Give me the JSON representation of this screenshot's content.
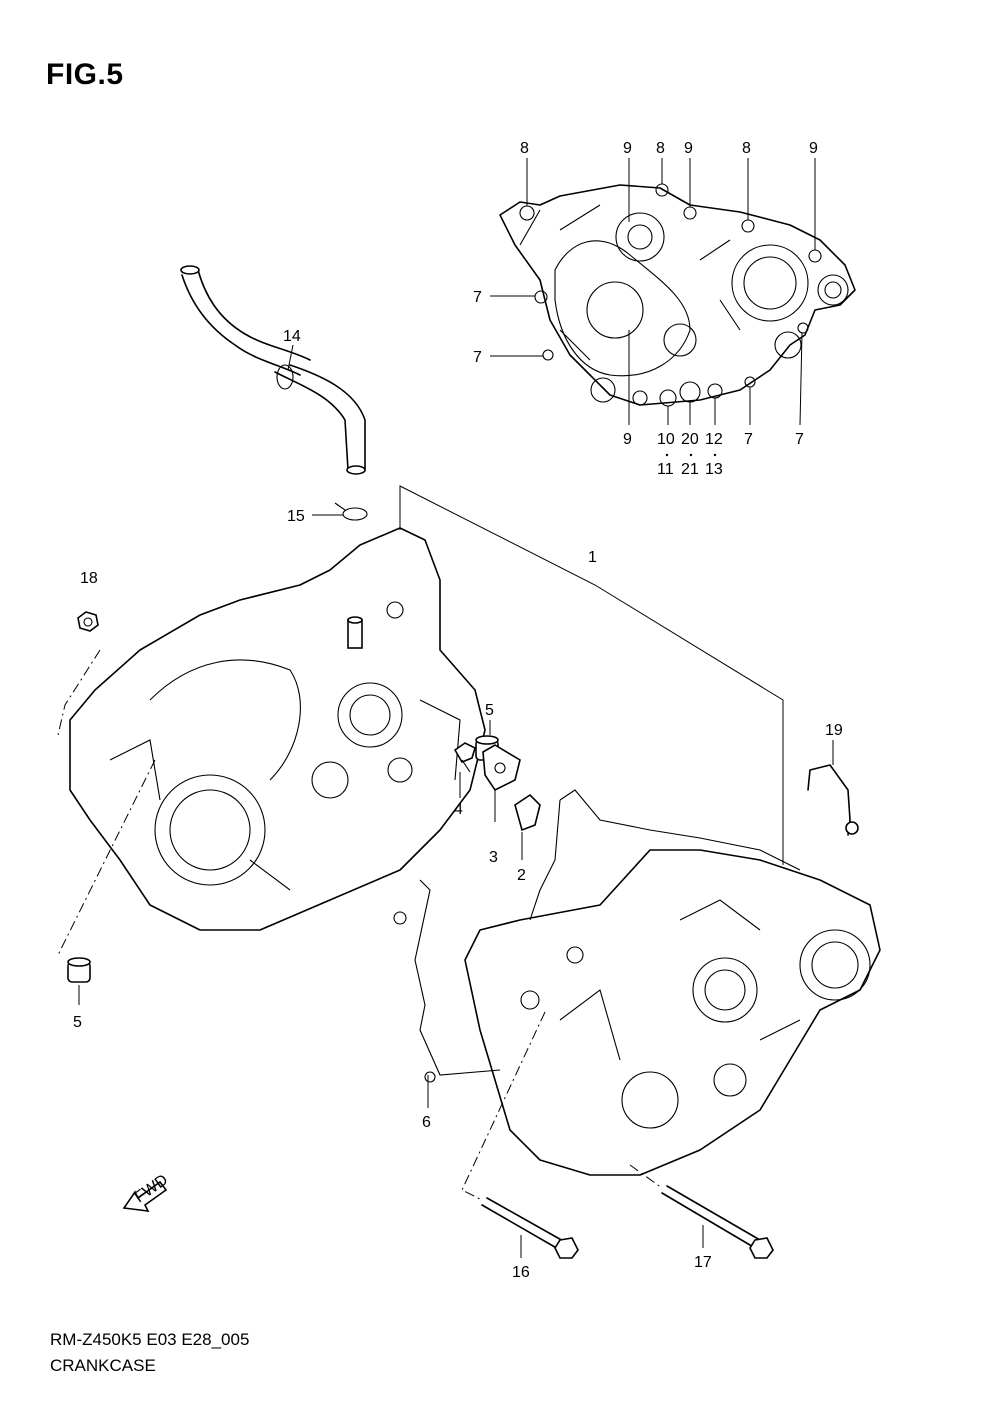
{
  "figure_title": "FIG.5",
  "footer": {
    "model_code": "RM-Z450K5 E03 E28_005",
    "section_name": "CRANKCASE"
  },
  "fwd_label": "FWD",
  "callouts": {
    "c1": "1",
    "c2": "2",
    "c3": "3",
    "c4": "4",
    "c5_upper": "5",
    "c5_lower": "5",
    "c6": "6",
    "c7a": "7",
    "c7b": "7",
    "c7c": "7",
    "c7d": "7",
    "c8a": "8",
    "c8b": "8",
    "c8c": "8",
    "c9a": "9",
    "c9b": "9",
    "c9c": "9",
    "c9d": "9",
    "c10": "10",
    "c11": "11",
    "c12": "12",
    "c13": "13",
    "c14": "14",
    "c15": "15",
    "c16": "16",
    "c17": "17",
    "c18": "18",
    "c19": "19",
    "c20": "20",
    "c21": "21"
  }
}
